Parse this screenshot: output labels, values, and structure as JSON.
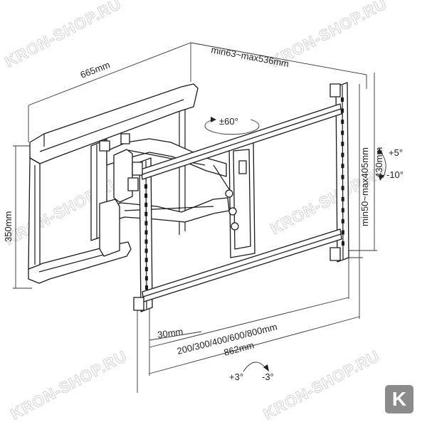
{
  "dimensions": {
    "arm_extension": "min63~max536mm",
    "wall_plate_width": "665mm",
    "wall_plate_height": "350mm",
    "vesa_vertical": "min50~max405mm",
    "vesa_vertical_max": "430mm",
    "vesa_horizontal": "200/300/400/600/800mm",
    "overall_width": "862mm",
    "plate_offset": "30mm"
  },
  "rotation": {
    "swivel": "±60°",
    "tilt_up": "+5°",
    "tilt_down": "-10°",
    "roll_cw": "+3°",
    "roll_ccw": "-3°"
  },
  "watermark": "KRON-SHOP.RU",
  "logo_letter": "K"
}
